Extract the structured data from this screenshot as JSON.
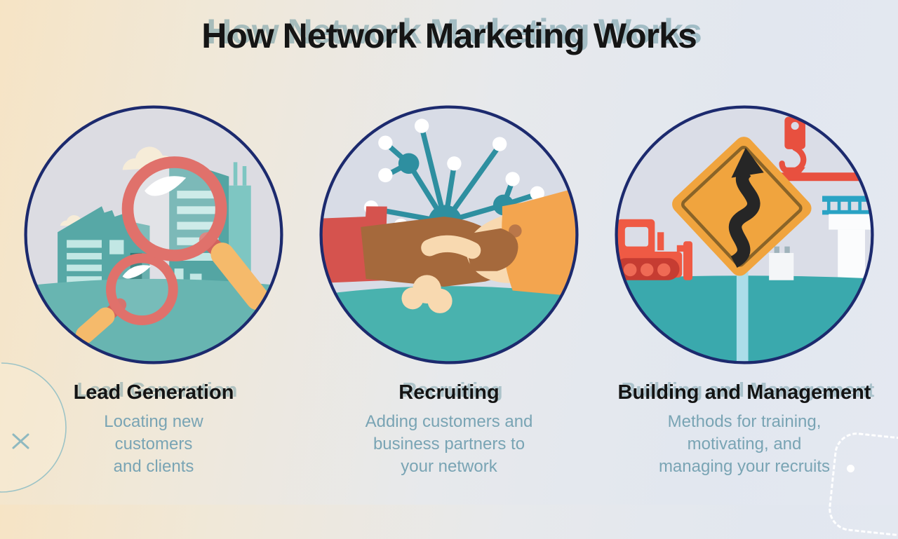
{
  "slide": {
    "title": "How Network Marketing Works",
    "columns": [
      {
        "icon": "magnifier-city-icon",
        "heading": "Lead Generation",
        "description": "Locating new\ncustomers\nand clients"
      },
      {
        "icon": "handshake-network-icon",
        "heading": "Recruiting",
        "description": "Adding customers and\nbusiness partners to\nyour network"
      },
      {
        "icon": "construction-roadsign-icon",
        "heading": "Building and Management",
        "description": "Methods for training,\nmotivating, and\nmanaging your recruits"
      }
    ]
  },
  "colors": {
    "background_warm": "#f6e4c5",
    "background_cool": "#e4e8f1",
    "title_text": "#151515",
    "title_ghost": "#5d8f9c",
    "description_text": "#79a4b4",
    "circle_border": "#1c2a6e",
    "teal_primary": "#2e8fa0",
    "teal_ground": "#49b2ae",
    "red_accent": "#d5534e",
    "orange_accent": "#f3a54f",
    "sign_orange": "#f0a43e"
  }
}
